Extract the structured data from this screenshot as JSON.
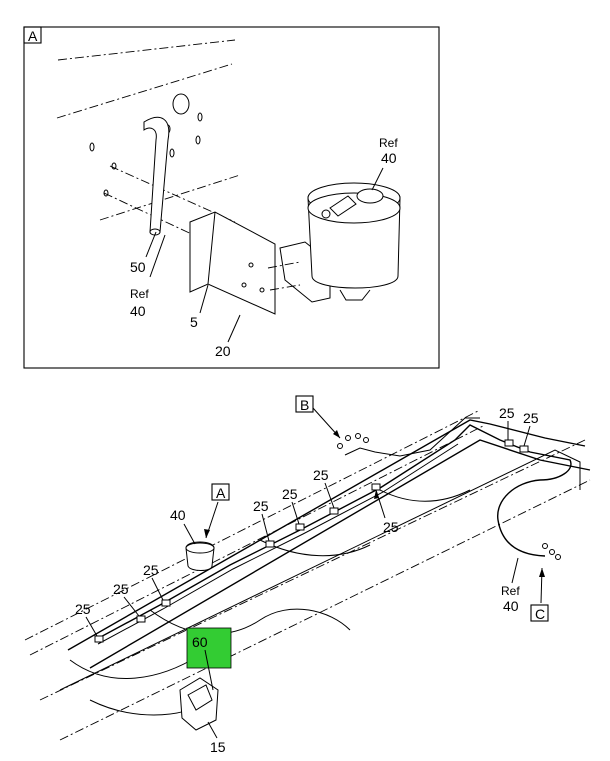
{
  "detail": {
    "box_label": "A",
    "labels": {
      "ref40_top_ref": "Ref",
      "ref40_top_num": "40",
      "p50": "50",
      "ref40_left_ref": "Ref",
      "ref40_left_num": "40",
      "p5": "5",
      "p20": "20"
    }
  },
  "main": {
    "callouts": {
      "box_b": "B",
      "box_a": "A",
      "box_c": "C",
      "p40": "40",
      "p25_a": "25",
      "p25_b": "25",
      "p25_c": "25",
      "p25_d": "25",
      "p25_e": "25",
      "p25_f": "25",
      "p25_g": "25",
      "p25_h": "25",
      "p25_i": "25",
      "ref40_ref": "Ref",
      "ref40_num": "40",
      "p60": "60",
      "p15": "15"
    },
    "highlight_color": "#33cc33"
  }
}
